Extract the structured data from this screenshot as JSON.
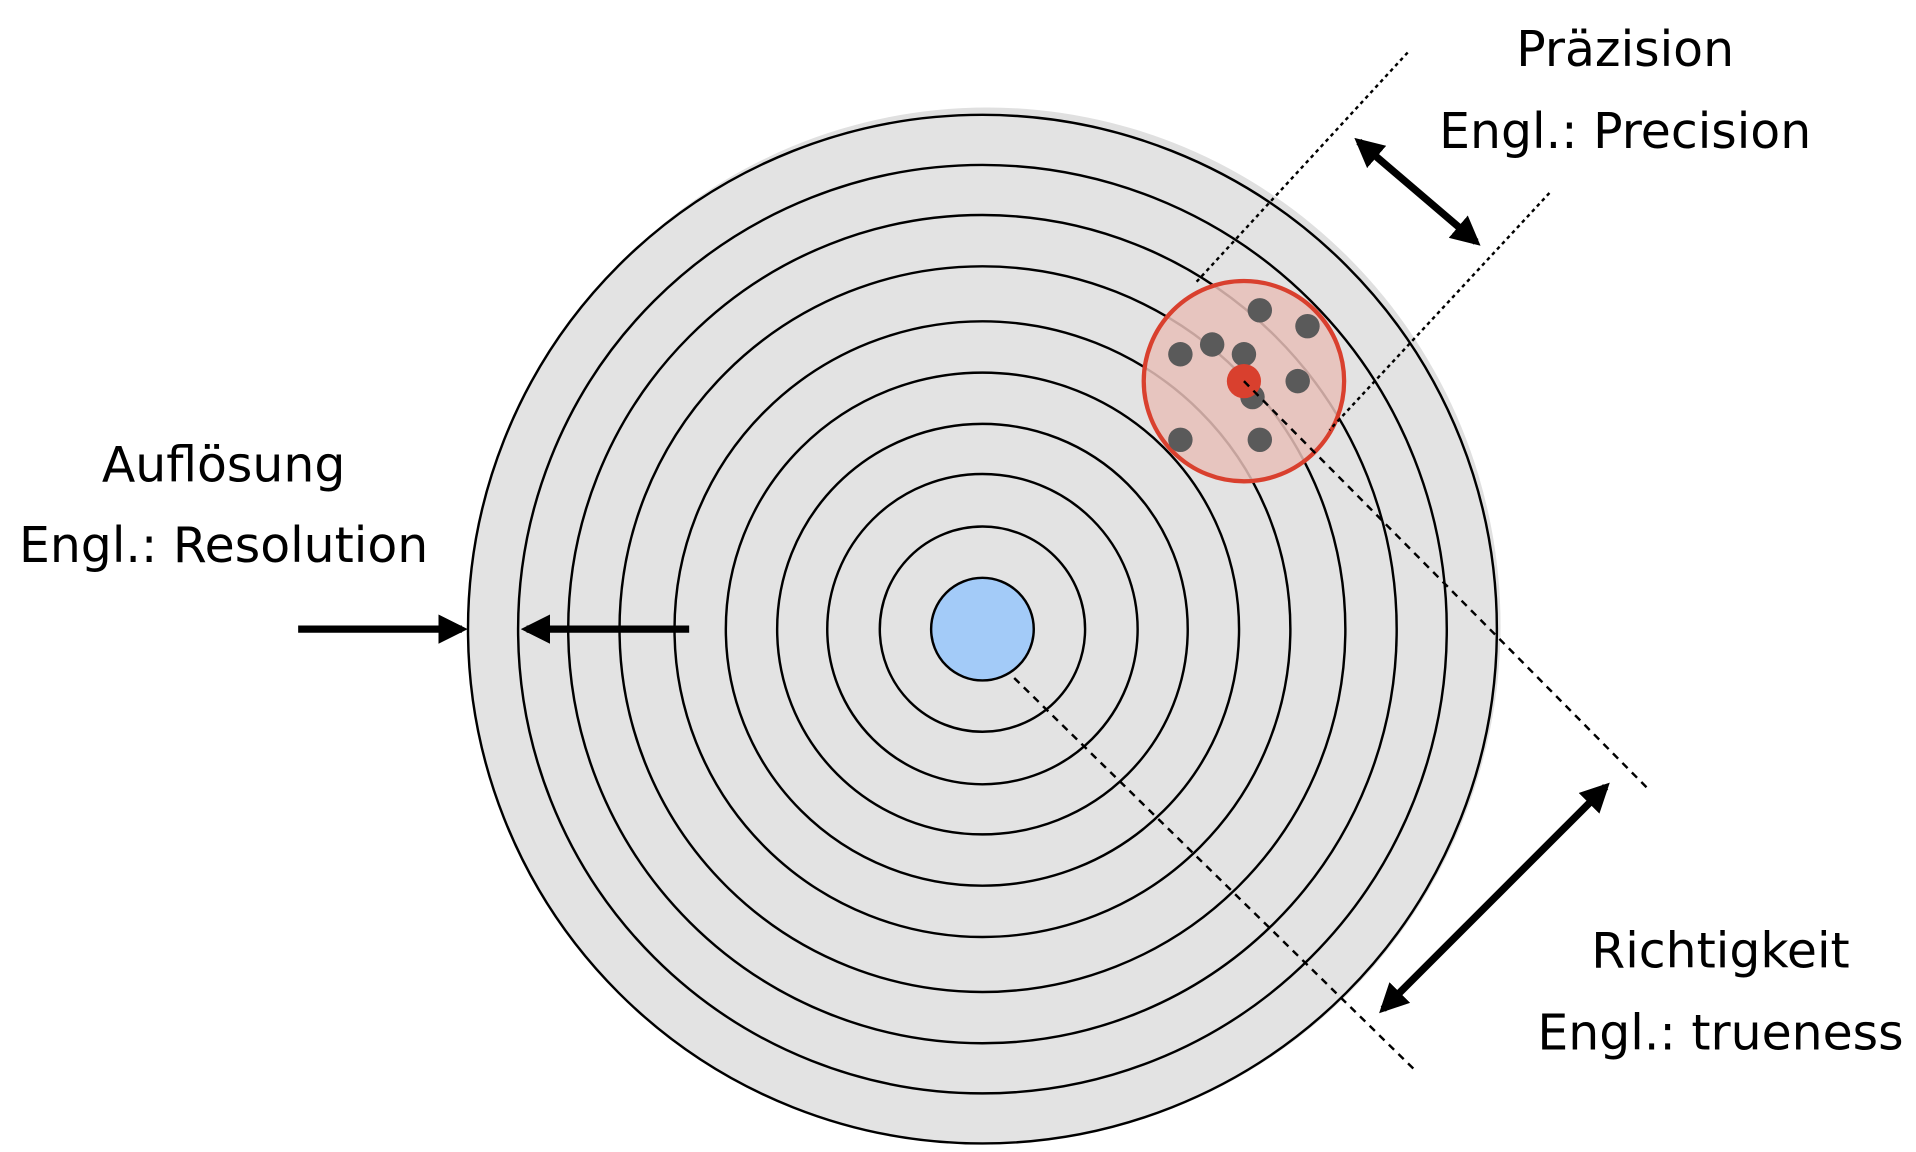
{
  "labels": {
    "precision_de": "Präzision",
    "precision_en": "Engl.: Precision",
    "resolution_de": "Auflösung",
    "resolution_en": "Engl.: Resolution",
    "trueness_de": "Richtigkeit",
    "trueness_en": "Engl.: trueness"
  },
  "colors": {
    "target_fill": "#e3e3e3",
    "bullseye": "#a3cbf8",
    "cluster_fill": "#e8bfb8",
    "cluster_stroke": "#d9402e",
    "mean_point": "#d9402e",
    "hit_point": "#5a5a5a"
  },
  "ring_count": 9
}
